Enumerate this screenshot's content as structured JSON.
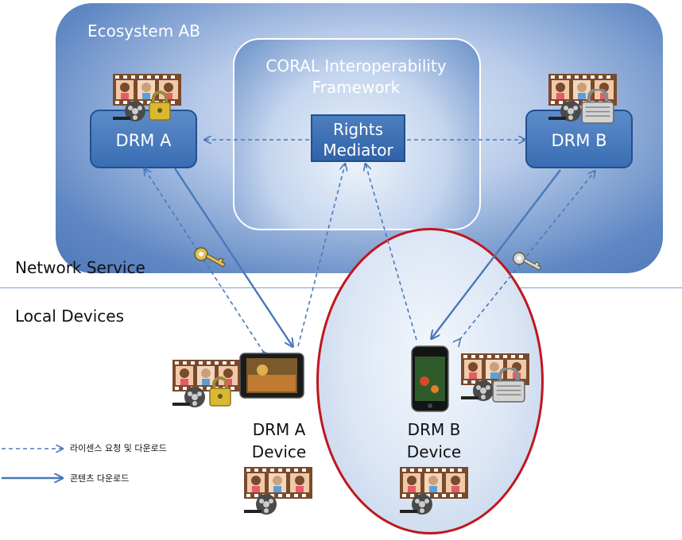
{
  "diagram": {
    "ecosystem": {
      "title": "Ecosystem AB"
    },
    "coral": {
      "title_line1": "CORAL Interoperability",
      "title_line2": "Framework"
    },
    "rights_mediator": {
      "line1": "Rights",
      "line2": "Mediator"
    },
    "drm_a": {
      "label": "DRM A"
    },
    "drm_b": {
      "label": "DRM B"
    },
    "sections": {
      "network": "Network Service",
      "local": "Local Devices"
    },
    "devices": {
      "a": {
        "line1": "DRM A",
        "line2": "Device"
      },
      "b": {
        "line1": "DRM B",
        "line2": "Device"
      }
    },
    "legend": {
      "dashed": "라이센스 요청 및 다운로드",
      "solid": "콘텐츠 다운로드"
    },
    "icons": [
      "film-reel-icon",
      "padlock-icon",
      "key-icon",
      "tablet-device-icon",
      "smartphone-icon"
    ],
    "colors": {
      "arrow": "#4a78b8",
      "circle_border": "#c0161e",
      "box": "#3a6db3"
    }
  }
}
